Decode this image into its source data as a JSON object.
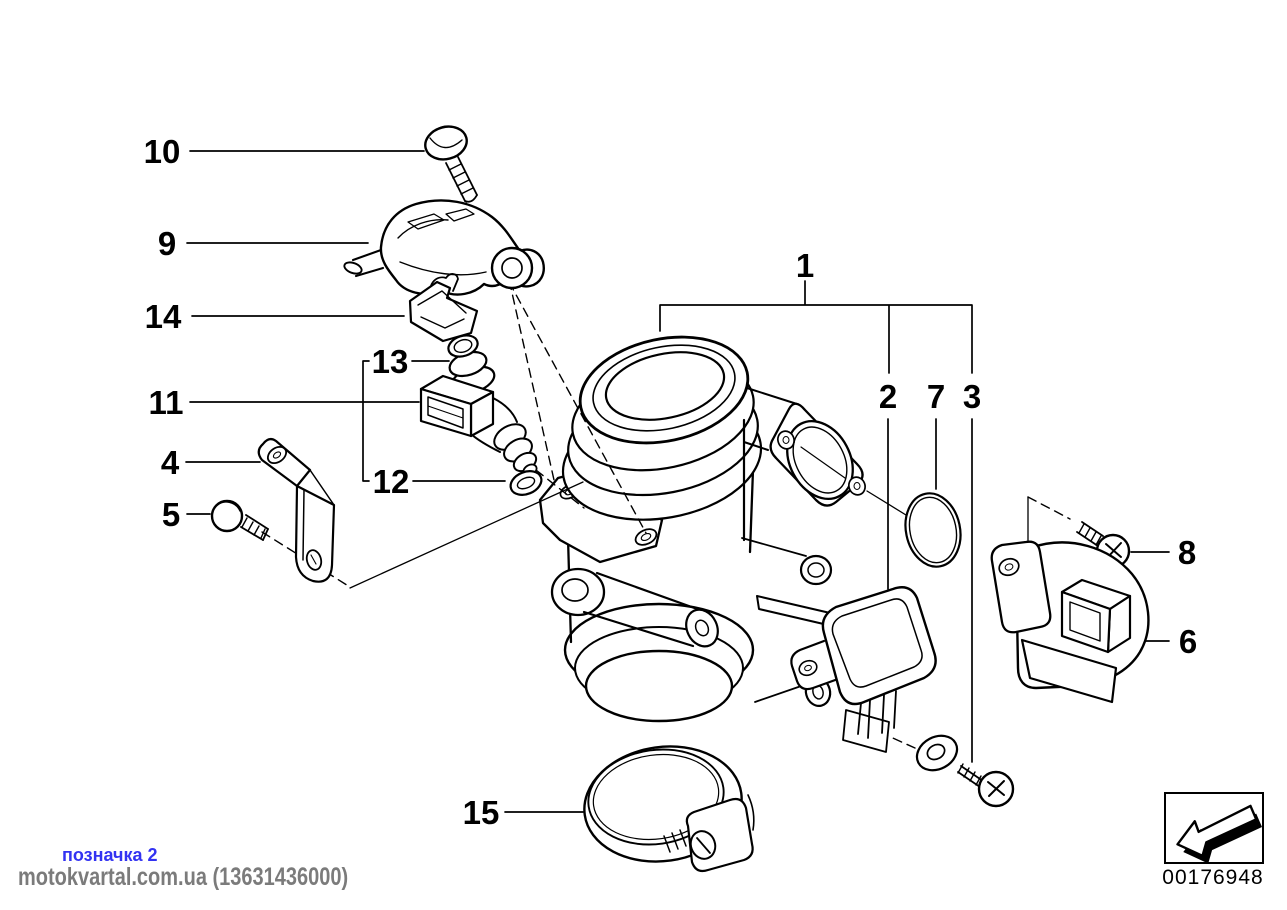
{
  "page": {
    "background": "#ffffff",
    "line_color": "#000000"
  },
  "callouts": {
    "c1": "1",
    "c2": "2",
    "c3": "3",
    "c4": "4",
    "c5": "5",
    "c6": "6",
    "c7": "7",
    "c8": "8",
    "c9": "9",
    "c10": "10",
    "c11": "11",
    "c12": "12",
    "c13": "13",
    "c14": "14",
    "c15": "15"
  },
  "watermark": {
    "caption": "позначка 2",
    "caption_color": "#3232f2",
    "site": "motokvartal.com.ua (13631436000)",
    "site_color": "#7b7b7b"
  },
  "stamp": {
    "part_number": "00176948",
    "icon": "direction-arrow"
  }
}
